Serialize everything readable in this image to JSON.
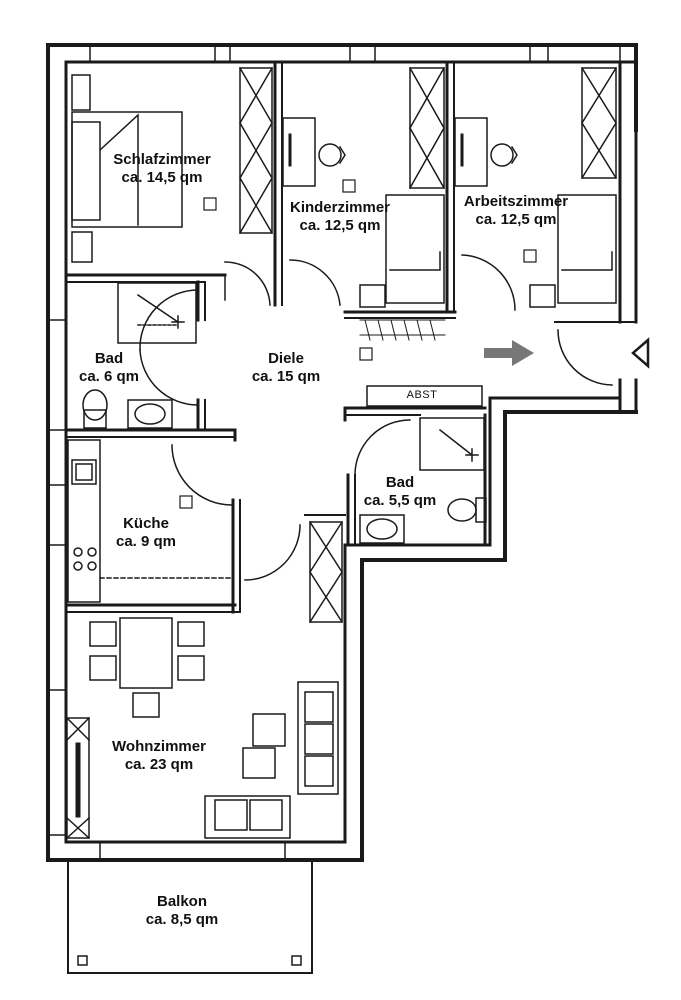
{
  "rooms": {
    "schlafzimmer": {
      "name": "Schlafzimmer",
      "area": "ca. 14,5 qm"
    },
    "kinderzimmer": {
      "name": "Kinderzimmer",
      "area": "ca. 12,5 qm"
    },
    "arbeitszimmer": {
      "name": "Arbeitszimmer",
      "area": "ca. 12,5 qm"
    },
    "bad1": {
      "name": "Bad",
      "area": "ca. 6 qm"
    },
    "diele": {
      "name": "Diele",
      "area": "ca. 15 qm"
    },
    "bad2": {
      "name": "Bad",
      "area": "ca. 5,5 qm"
    },
    "kueche": {
      "name": "Küche",
      "area": "ca. 9 qm"
    },
    "wohnzimmer": {
      "name": "Wohnzimmer",
      "area": "ca. 23 qm"
    },
    "balkon": {
      "name": "Balkon",
      "area": "ca. 8,5 qm"
    }
  },
  "storage": {
    "label": "ABST"
  },
  "icons": [
    "entrance-arrow-icon",
    "entrance-triangle-icon",
    "radiator-icon",
    "door-swing-icon"
  ],
  "colors": {
    "wall": "#1a1a1a",
    "furniture": "#333333",
    "background": "#ffffff",
    "arrow": "#777777"
  }
}
